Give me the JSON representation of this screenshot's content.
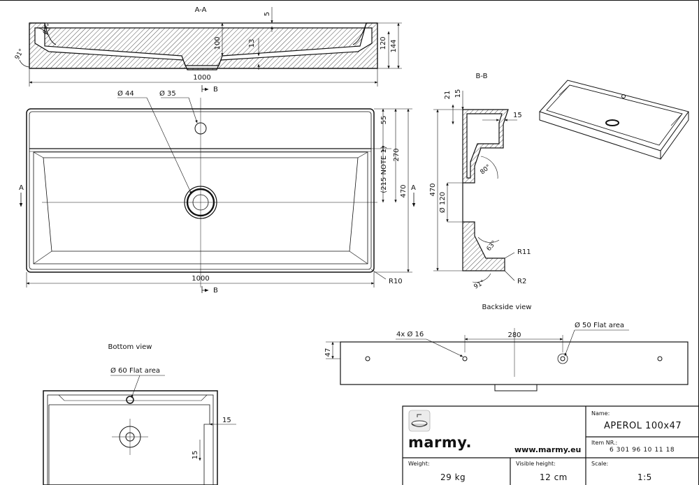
{
  "views": {
    "section_aa": {
      "title": "A-A",
      "dims": {
        "width": "1000",
        "depth_100": "100",
        "height_120": "120",
        "height_144": "144",
        "rim_5": "5",
        "drop_13": "13",
        "angle_63": "63°",
        "angle_91": "91°"
      },
      "cut_label": "B"
    },
    "top": {
      "dims": {
        "d44": "Ø 44",
        "d35": "Ø 35",
        "width": "1000",
        "d55": "55",
        "d270": "270",
        "note": "(215 NOTE 1)",
        "d470": "470",
        "r10": "R10"
      },
      "section_a_left": "A",
      "section_a_right": "A",
      "section_b": "B"
    },
    "section_bb": {
      "title": "B-B",
      "dims": {
        "d21": "21",
        "d15_top": "15",
        "d15_right": "15",
        "d470": "470",
        "d120": "Ø 120",
        "angle_80": "80°",
        "angle_63": "63°",
        "angle_91": "91°",
        "r11": "R11",
        "r2": "R2"
      }
    },
    "backside": {
      "title": "Backside view",
      "dims": {
        "holes": "4x Ø 16",
        "spacing": "280",
        "flat": "Ø 50 Flat area",
        "h47": "47"
      }
    },
    "bottom": {
      "title": "Bottom view",
      "dims": {
        "flat": "Ø 60 Flat area",
        "d15_right": "15",
        "d15_bottom": "15"
      }
    }
  },
  "title_block": {
    "brand": "marmy.",
    "website": "www.marmy.eu",
    "name_label": "Name:",
    "name_value": "APEROL 100x47",
    "item_label": "Item NR.:",
    "item_value": "6 301 96 10 11 18",
    "weight_label": "Weight:",
    "weight_value": "29 kg",
    "visible_height_label": "Visible height:",
    "visible_height_value": "12 cm",
    "scale_label": "Scale:",
    "scale_value": "1:5"
  }
}
